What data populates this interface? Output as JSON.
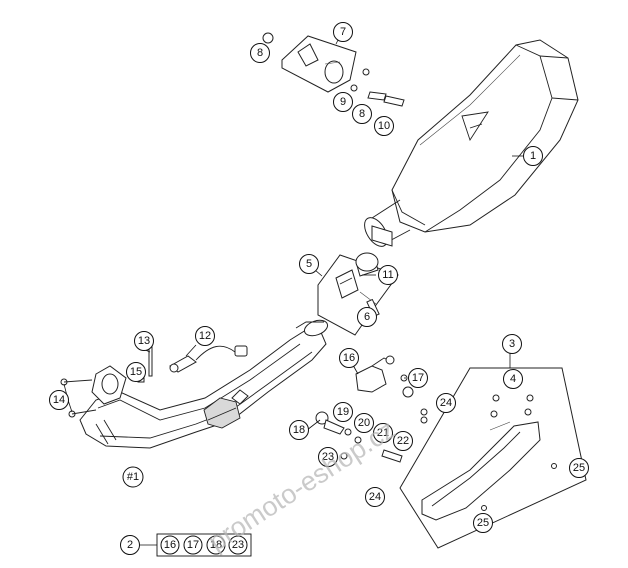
{
  "callouts": {
    "c1": "1",
    "c2": "2",
    "c3": "3",
    "c4": "4",
    "c5": "5",
    "c6": "6",
    "c7": "7",
    "c8a": "8",
    "c8b": "8",
    "c9": "9",
    "c10": "10",
    "c11": "11",
    "c12": "12",
    "c13": "13",
    "c14": "14",
    "c15": "15",
    "c16": "16",
    "c17": "17",
    "c18": "18",
    "c19": "19",
    "c20": "20",
    "c21": "21",
    "c22": "22",
    "c23": "23",
    "c24a": "24",
    "c24b": "24",
    "c25a": "25",
    "c25b": "25",
    "c_hash1": "#1",
    "k16": "16",
    "k17": "17",
    "k18": "18",
    "k23": "23"
  },
  "watermark": "promoto-eshop.cz"
}
